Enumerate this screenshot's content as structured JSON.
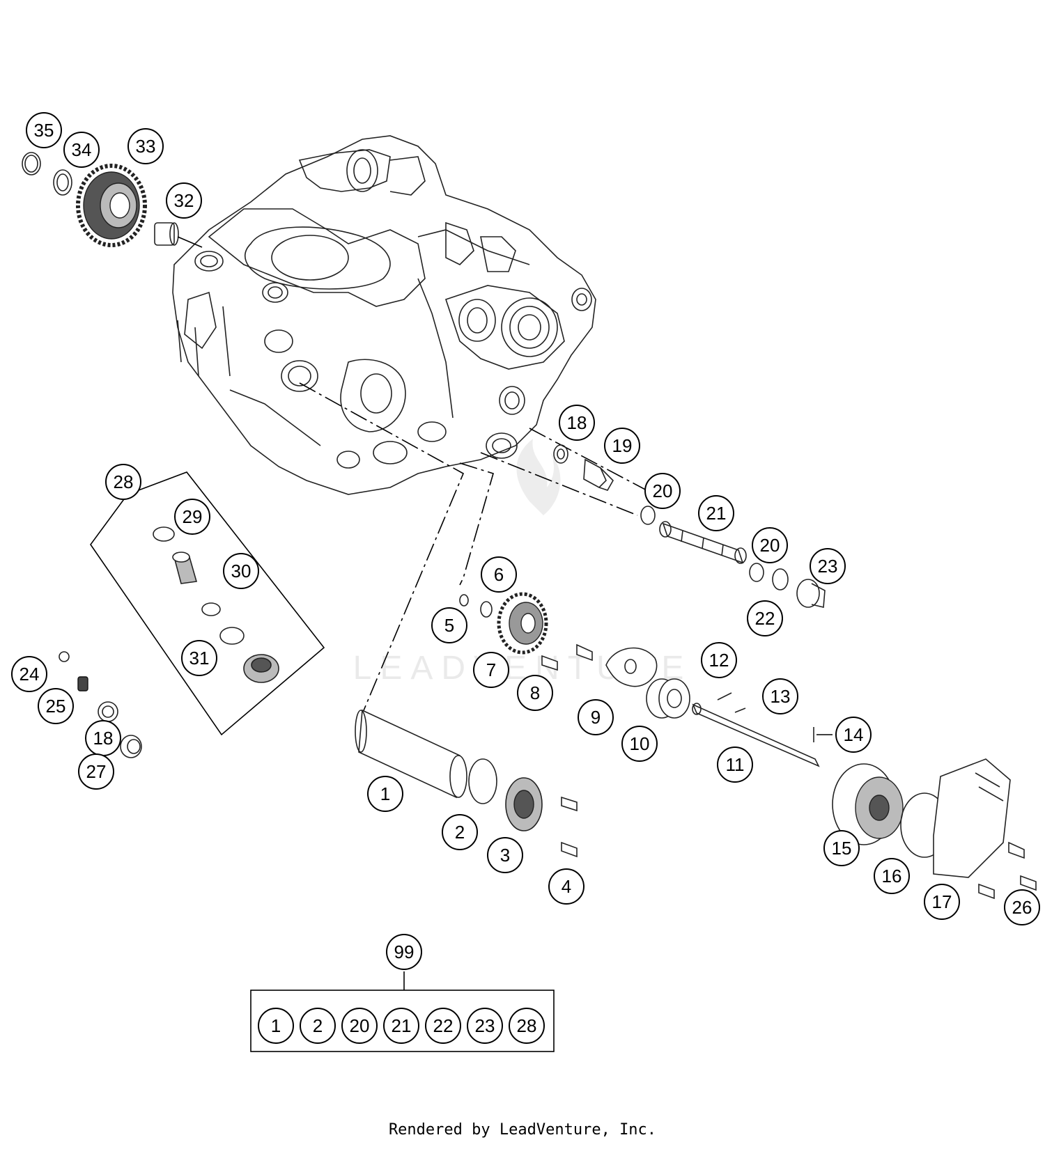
{
  "diagram": {
    "callouts": [
      "1",
      "2",
      "3",
      "4",
      "5",
      "6",
      "7",
      "8",
      "9",
      "10",
      "11",
      "12",
      "13",
      "14",
      "15",
      "16",
      "17",
      "18",
      "18",
      "19",
      "20",
      "20",
      "21",
      "22",
      "23",
      "24",
      "25",
      "26",
      "27",
      "28",
      "29",
      "30",
      "31",
      "32",
      "33",
      "34",
      "35",
      "99"
    ],
    "kit": {
      "label": "99",
      "contents": [
        "1",
        "2",
        "20",
        "21",
        "22",
        "23",
        "28"
      ]
    }
  },
  "watermark": {
    "text": "LEADVENTURE"
  },
  "footer": {
    "credit": "Rendered by LeadVenture, Inc."
  }
}
